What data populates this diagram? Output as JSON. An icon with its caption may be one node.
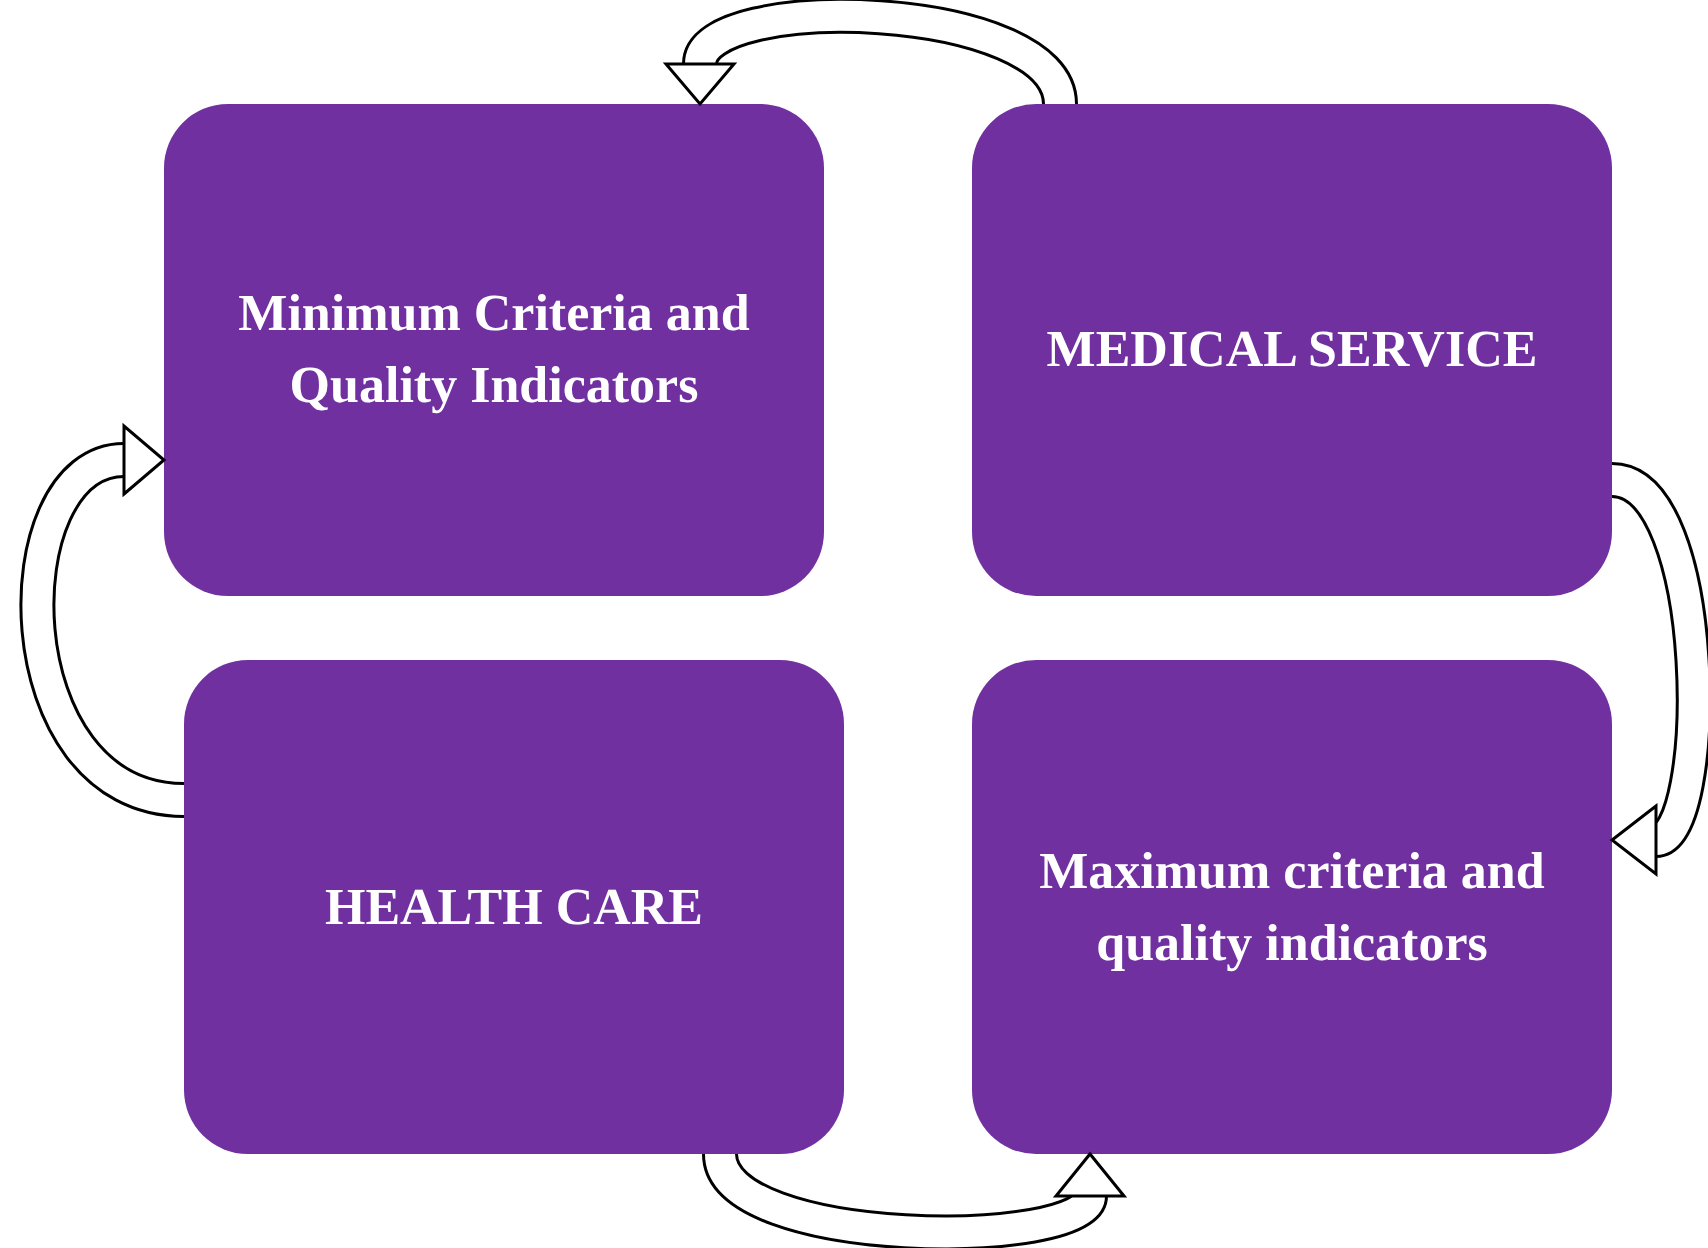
{
  "diagram": {
    "nodes": [
      {
        "text": [
          "Minimum Criteria and Quality Indicators"
        ]
      },
      {
        "text": [
          "MEDICAL SERVICE"
        ]
      },
      {
        "text": [
          "HEALTH CARE"
        ]
      },
      {
        "text": [
          "Maximum criteria and quality indicators"
        ]
      }
    ],
    "edges": [
      {
        "from": 1,
        "to": 0,
        "arrow": "to"
      },
      {
        "from": 1,
        "to": 3,
        "arrow": "to"
      },
      {
        "from": 2,
        "to": 3,
        "arrow": "to"
      },
      {
        "from": 2,
        "to": 0,
        "arrow": "to"
      }
    ]
  }
}
